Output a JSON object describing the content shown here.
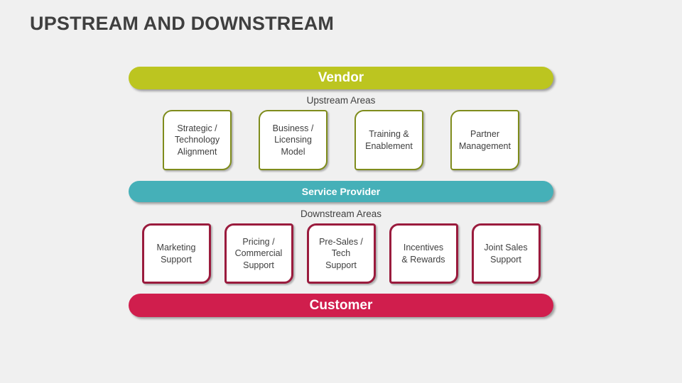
{
  "slide": {
    "title": "UPSTREAM AND DOWNSTREAM"
  },
  "colors": {
    "background": "#f0f0f0",
    "title_text": "#3f3f3f",
    "vendor_bar": "#bcc520",
    "service_provider_bar": "#45b0b8",
    "customer_bar": "#d01e4d",
    "upstream_box_border": "#7f8c1c",
    "downstream_box_border": "#9a1b3d",
    "box_fill": "#ffffff",
    "box_text": "#3f3f3f",
    "bar_text": "#ffffff"
  },
  "diagram": {
    "vendor_label": "Vendor",
    "upstream_heading": "Upstream Areas",
    "upstream_boxes": [
      "Strategic /\nTechnology\nAlignment",
      "Business /\nLicensing\nModel",
      "Training &\nEnablement",
      "Partner\nManagement"
    ],
    "service_label": "Service Provider",
    "downstream_heading": "Downstream Areas",
    "downstream_boxes": [
      "Marketing\nSupport",
      "Pricing /\nCommercial\nSupport",
      "Pre-Sales /\nTech\nSupport",
      "Incentives\n& Rewards",
      "Joint Sales\nSupport"
    ],
    "customer_label": "Customer"
  }
}
